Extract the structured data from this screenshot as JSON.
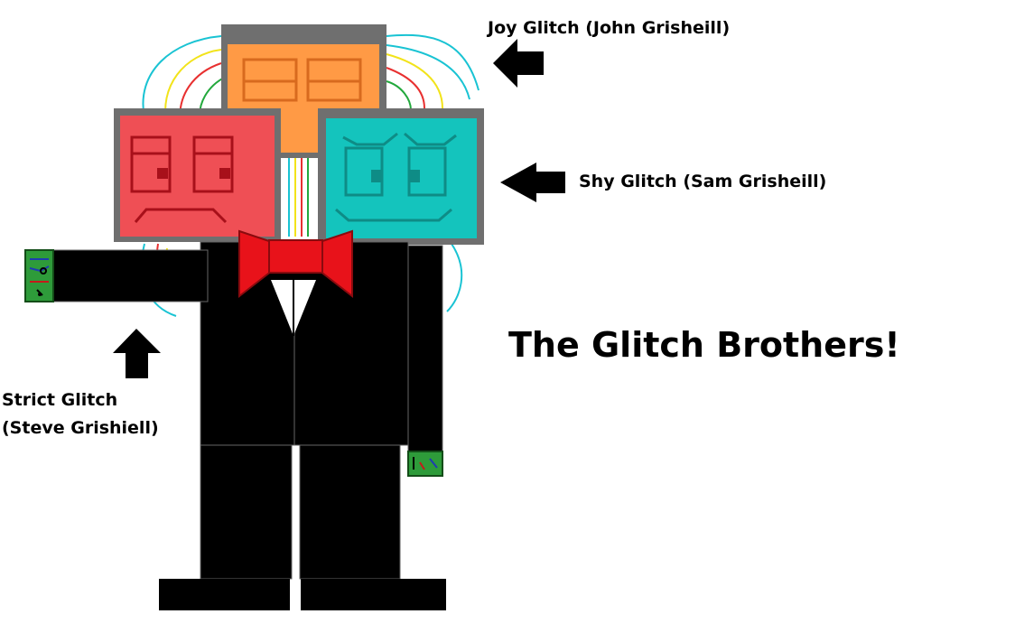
{
  "labels": {
    "joy": "Joy Glitch (John Grisheill)",
    "shy": "Shy Glitch (Sam Grisheill)",
    "strict_line1": "Strict Glitch",
    "strict_line2": "(Steve Grishiell)"
  },
  "title": "The Glitch Brothers!",
  "colors": {
    "frame": "#6f6f6f",
    "joy_screen": "#ff9a45",
    "joy_line": "#d86a1e",
    "strict_screen": "#ef4f55",
    "strict_line": "#a8101a",
    "shy_screen": "#14c4bd",
    "shy_line": "#0e8c86",
    "suit": "#000000",
    "bowtie": "#e8121a",
    "circuit": "#2e9b3a",
    "wire_cyan": "#19c3d3",
    "wire_yellow": "#f2e31a",
    "wire_red": "#e83030",
    "wire_green": "#22a83c"
  },
  "icons": [
    "arrow-left-icon",
    "arrow-left-icon",
    "arrow-up-icon"
  ]
}
